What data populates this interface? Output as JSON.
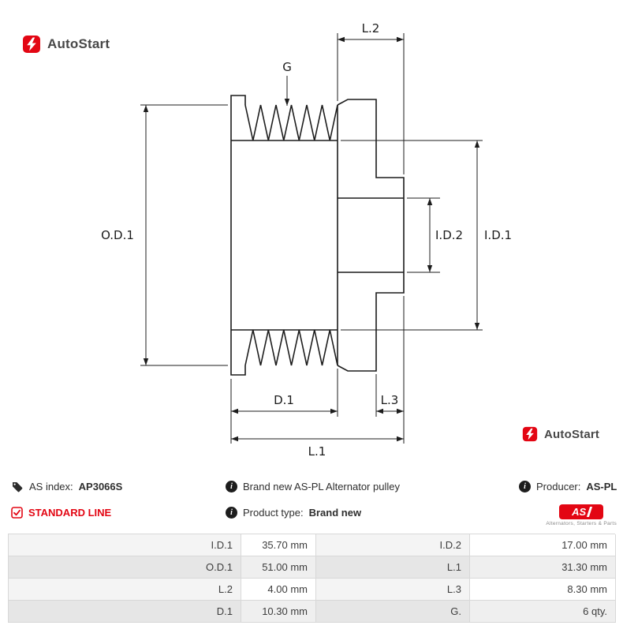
{
  "brand": {
    "autostart_label": "AutoStart",
    "aspl_logo_text": "AS",
    "aspl_tagline": "Alternators, Starters & Parts"
  },
  "colors": {
    "brand_red": "#e30613",
    "drawing_line": "#1c1c1c",
    "text_dark": "#2e2e2e"
  },
  "drawing": {
    "groove_count": 6,
    "labels": {
      "l2": "L.2",
      "g": "G",
      "od1": "O.D.1",
      "id2": "I.D.2",
      "id1": "I.D.1",
      "d1": "D.1",
      "l3": "L.3",
      "l1": "L.1"
    }
  },
  "info": {
    "as_index_label": "AS index:",
    "as_index_value": "AP3066S",
    "standard_line": "STANDARD LINE",
    "description": "Brand new AS-PL Alternator pulley",
    "product_type_label": "Product type:",
    "product_type_value": "Brand new",
    "producer_label": "Producer:",
    "producer_value": "AS-PL"
  },
  "specs": {
    "rows": [
      {
        "label1": "I.D.1",
        "value1": "35.70 mm",
        "label2": "I.D.2",
        "value2": "17.00 mm"
      },
      {
        "label1": "O.D.1",
        "value1": "51.00 mm",
        "label2": "L.1",
        "value2": "31.30 mm"
      },
      {
        "label1": "L.2",
        "value1": "4.00 mm",
        "label2": "L.3",
        "value2": "8.30 mm"
      },
      {
        "label1": "D.1",
        "value1": "10.30 mm",
        "label2": "G.",
        "value2": "6 qty."
      }
    ]
  }
}
